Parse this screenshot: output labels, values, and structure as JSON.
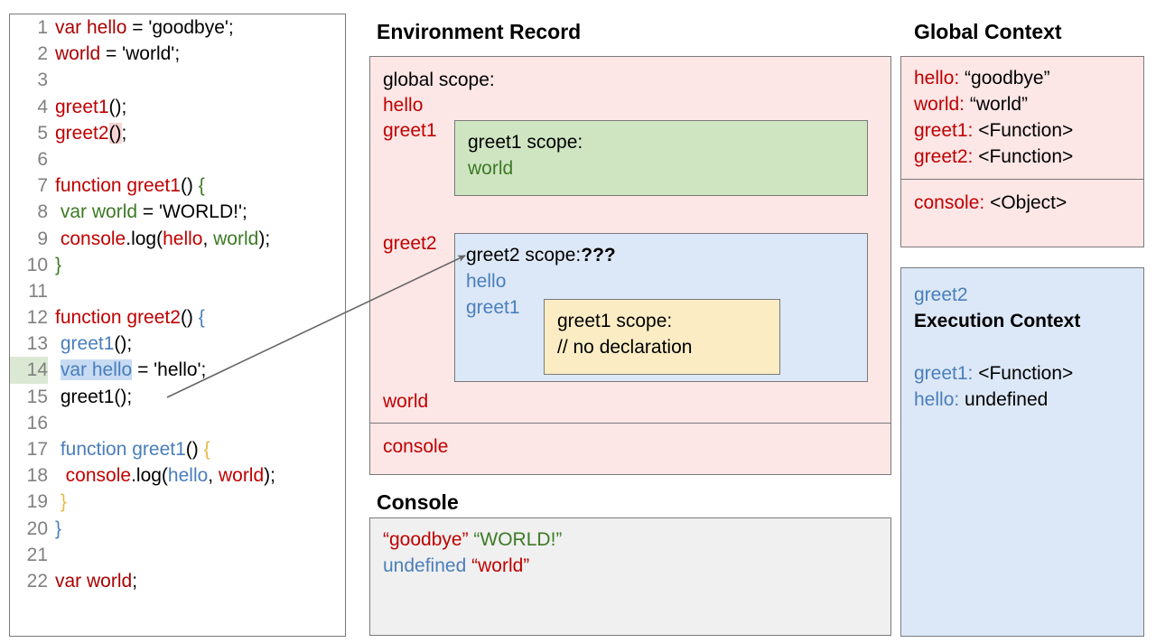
{
  "code_panel": {
    "lines": [
      {
        "n": "1",
        "tokens": [
          {
            "t": "var hello",
            "c": "t-dred"
          },
          {
            "t": " = 'goodbye';",
            "c": "t-black"
          }
        ]
      },
      {
        "n": "2",
        "tokens": [
          {
            "t": "world",
            "c": "t-dred"
          },
          {
            "t": " = 'world';",
            "c": "t-black"
          }
        ]
      },
      {
        "n": "3",
        "tokens": []
      },
      {
        "n": "4",
        "tokens": [
          {
            "t": "greet1",
            "c": "t-red"
          },
          {
            "t": "();",
            "c": "t-black"
          }
        ]
      },
      {
        "n": "5",
        "tokens": [
          {
            "t": "greet2",
            "c": "t-red"
          },
          {
            "t": "()",
            "c": "t-black",
            "hl": "sel-pink"
          },
          {
            "t": ";",
            "c": "t-black"
          }
        ]
      },
      {
        "n": "6",
        "tokens": []
      },
      {
        "n": "7",
        "tokens": [
          {
            "t": "function greet1",
            "c": "t-red"
          },
          {
            "t": "() ",
            "c": "t-black"
          },
          {
            "t": "{",
            "c": "t-green"
          }
        ]
      },
      {
        "n": "8",
        "tokens": [
          {
            "t": " ",
            "c": "t-black"
          },
          {
            "t": "var world",
            "c": "t-green"
          },
          {
            "t": " = 'WORLD!';",
            "c": "t-black"
          }
        ]
      },
      {
        "n": "9",
        "tokens": [
          {
            "t": " ",
            "c": "t-black"
          },
          {
            "t": "console",
            "c": "t-red"
          },
          {
            "t": ".log(",
            "c": "t-black"
          },
          {
            "t": "hello",
            "c": "t-red"
          },
          {
            "t": ", ",
            "c": "t-black"
          },
          {
            "t": "world",
            "c": "t-green"
          },
          {
            "t": ");",
            "c": "t-black"
          }
        ]
      },
      {
        "n": "10",
        "tokens": [
          {
            "t": "}",
            "c": "t-green"
          }
        ]
      },
      {
        "n": "11",
        "tokens": []
      },
      {
        "n": "12",
        "tokens": [
          {
            "t": "function greet2",
            "c": "t-red"
          },
          {
            "t": "() ",
            "c": "t-black"
          },
          {
            "t": "{",
            "c": "t-bbrace"
          }
        ]
      },
      {
        "n": "13",
        "tokens": [
          {
            "t": " ",
            "c": "t-black"
          },
          {
            "t": "greet1",
            "c": "t-blue"
          },
          {
            "t": "();",
            "c": "t-black"
          }
        ]
      },
      {
        "n": "14",
        "hl_num": true,
        "tokens": [
          {
            "t": " ",
            "c": "t-black"
          },
          {
            "t": "var hello",
            "c": "t-blue",
            "hl": "sel-blue"
          },
          {
            "t": " = 'hello';",
            "c": "t-black"
          }
        ]
      },
      {
        "n": "15",
        "tokens": [
          {
            "t": " greet1();",
            "c": "t-black"
          }
        ]
      },
      {
        "n": "16",
        "tokens": []
      },
      {
        "n": "17",
        "tokens": [
          {
            "t": " ",
            "c": "t-black"
          },
          {
            "t": "function greet1",
            "c": "t-blue"
          },
          {
            "t": "() ",
            "c": "t-black"
          },
          {
            "t": "{",
            "c": "t-tan"
          }
        ]
      },
      {
        "n": "18",
        "tokens": [
          {
            "t": "  ",
            "c": "t-black"
          },
          {
            "t": "console",
            "c": "t-red"
          },
          {
            "t": ".log(",
            "c": "t-black"
          },
          {
            "t": "hello",
            "c": "t-blue"
          },
          {
            "t": ", ",
            "c": "t-black"
          },
          {
            "t": "world",
            "c": "t-red"
          },
          {
            "t": ");",
            "c": "t-black"
          }
        ]
      },
      {
        "n": "19",
        "tokens": [
          {
            "t": " ",
            "c": "t-black"
          },
          {
            "t": "}",
            "c": "t-tan"
          }
        ]
      },
      {
        "n": "20",
        "tokens": [
          {
            "t": "}",
            "c": "t-bbrace"
          }
        ]
      },
      {
        "n": "21",
        "tokens": []
      },
      {
        "n": "22",
        "tokens": [
          {
            "t": "var world",
            "c": "t-dred"
          },
          {
            "t": ";",
            "c": "t-black"
          }
        ]
      }
    ]
  },
  "environment_record": {
    "title": "Environment Record",
    "global_scope_label": "global scope:",
    "entries": [
      {
        "label": "hello",
        "color": "#c00000"
      },
      {
        "label": "greet1",
        "color": "#c00000"
      },
      {
        "label": "greet2",
        "color": "#c00000"
      },
      {
        "label": "world",
        "color": "#c00000"
      }
    ],
    "console_entry": "console",
    "greet1_scope": {
      "title": "greet1 scope:",
      "vars": [
        "world"
      ]
    },
    "greet2_scope": {
      "title": "greet2 scope:",
      "annotation": "???",
      "vars": [
        "hello",
        "greet1"
      ],
      "nested_greet1_scope": {
        "title": "greet1 scope:",
        "comment": "// no declaration"
      }
    }
  },
  "console": {
    "title": "Console",
    "rows": [
      [
        {
          "t": "“goodbye”",
          "c": "#c00000"
        },
        {
          "t": " ",
          "c": "#000000"
        },
        {
          "t": "“WORLD!”",
          "c": "#3d7a25"
        }
      ],
      [
        {
          "t": "undefined",
          "c": "#4a7ebb"
        },
        {
          "t": " ",
          "c": "#000000"
        },
        {
          "t": "“world”",
          "c": "#c00000"
        }
      ]
    ]
  },
  "global_context": {
    "title": "Global Context",
    "vars": [
      {
        "key": "hello: ",
        "val": "“goodbye”"
      },
      {
        "key": "world: ",
        "val": "“world”"
      },
      {
        "key": "greet1: ",
        "val": "<Function>"
      },
      {
        "key": "greet2: ",
        "val": "<Function>"
      }
    ],
    "console": {
      "key": "console: ",
      "val": "<Object>"
    }
  },
  "execution_context": {
    "scope_name": "greet2",
    "title": "Execution Context",
    "vars": [
      {
        "key": "greet1: ",
        "val": "<Function>"
      },
      {
        "key": "hello: ",
        "val": "undefined"
      }
    ]
  },
  "colors": {
    "red": "#c00000",
    "dark_red": "#aa0000",
    "blue": "#4a7ebb",
    "green": "#3d7a25",
    "pink_bg": "#fce6e6",
    "green_bg": "#cfe5c2",
    "blue_bg": "#dce8f7",
    "yellow_bg": "#fcecc4",
    "console_bg": "#f0f0f0",
    "border": "#7a7a7a"
  },
  "arrow": {
    "name": "pointer-arrow"
  }
}
